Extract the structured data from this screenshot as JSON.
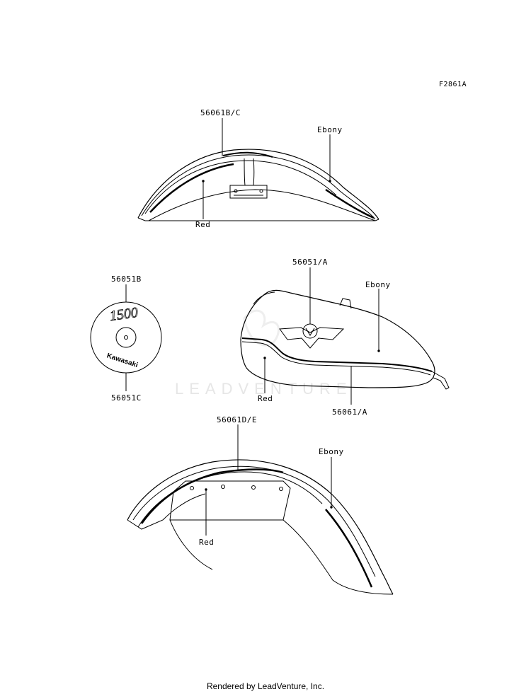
{
  "figure_id": "F2861A",
  "watermark": "LEADVENTURE",
  "footer": "Rendered by LeadVenture, Inc.",
  "callouts": {
    "front_fender_part": "56061B/C",
    "front_fender_ebony": "Ebony",
    "front_fender_red": "Red",
    "emblem_top_part": "56051B",
    "emblem_bottom_part": "56051C",
    "tank_emblem_part": "56051/A",
    "tank_ebony": "Ebony",
    "tank_red": "Red",
    "tank_stripe_part": "56061/A",
    "rear_fender_part": "56061D/E",
    "rear_fender_ebony": "Ebony",
    "rear_fender_red": "Red"
  },
  "emblem": {
    "number_text": "1500",
    "brand_text": "Kawasaki"
  }
}
